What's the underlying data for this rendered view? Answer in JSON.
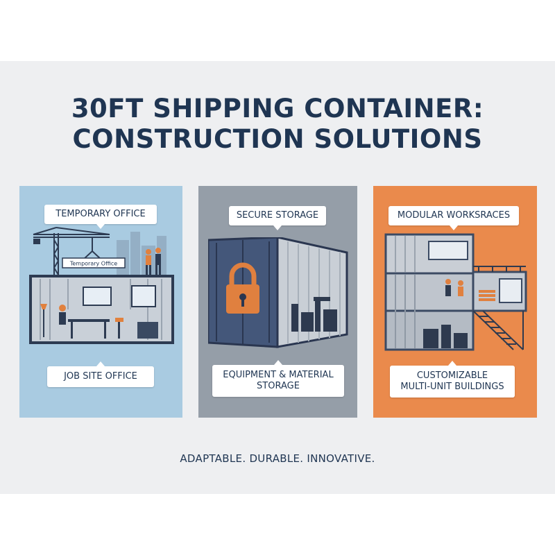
{
  "title": {
    "line1": "30FT SHIPPING CONTAINER:",
    "line2": "CONSTRUCTION SOLUTIONS"
  },
  "panels": [
    {
      "top_label": "TEMPORARY OFFICE",
      "sign_label": "Temporary Office",
      "bottom_label": "JOB SITE OFFICE",
      "color": "#a9cbe1"
    },
    {
      "top_label": "SECURE STORAGE",
      "bottom_label_line1": "EQUIPMENT & MATERIAL",
      "bottom_label_line2": "STORAGE",
      "color": "#959ea8"
    },
    {
      "top_label": "MODULAR WORKSRACES",
      "bottom_label_line1": "CUSTOMIZABLE",
      "bottom_label_line2": "MULTI-UNIT BUILDINGS",
      "color": "#ea8a4c"
    }
  ],
  "tagline": "ADAPTABLE. DURABLE. INNOVATIVE.",
  "colors": {
    "navy": "#1f3552",
    "orange": "#ea8a4c",
    "blue": "#a9cbe1",
    "gray": "#959ea8",
    "container": "#44577a"
  },
  "icons": [
    "crane-icon",
    "worker-icon",
    "padlock-icon",
    "tools-icon",
    "staircase-icon"
  ]
}
